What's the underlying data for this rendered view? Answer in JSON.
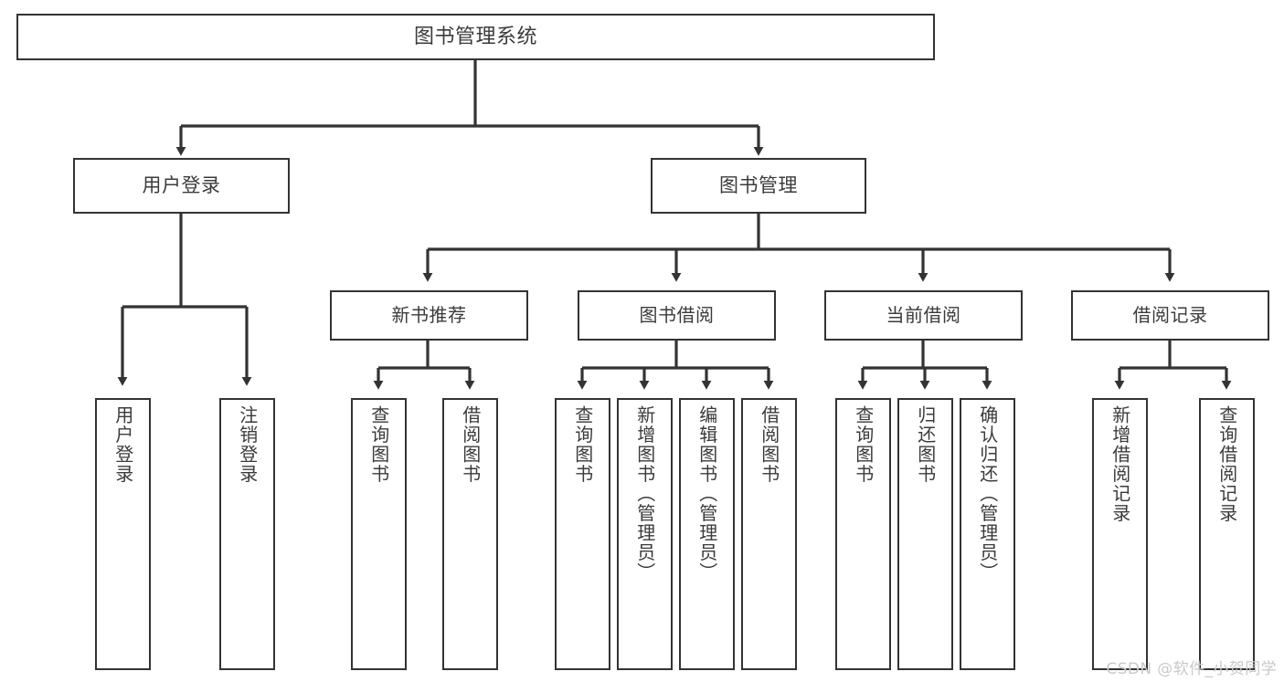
{
  "diagram": {
    "type": "tree-hierarchy",
    "title": "图书管理系统",
    "root": {
      "label": "图书管理系统"
    },
    "level2": [
      {
        "label": "用户登录"
      },
      {
        "label": "图书管理"
      }
    ],
    "level3": [
      {
        "label": "新书推荐"
      },
      {
        "label": "图书借阅"
      },
      {
        "label": "当前借阅"
      },
      {
        "label": "借阅记录"
      }
    ],
    "leaves": {
      "user_login": [
        {
          "label": "用户登录"
        },
        {
          "label": "注销登录"
        }
      ],
      "new_book_recommend": [
        {
          "label": "查询图书"
        },
        {
          "label": "借阅图书"
        }
      ],
      "book_borrow": [
        {
          "label": "查询图书"
        },
        {
          "label": "新增图书（管理员）"
        },
        {
          "label": "编辑图书（管理员）"
        },
        {
          "label": "借阅图书"
        }
      ],
      "current_borrow": [
        {
          "label": "查询图书"
        },
        {
          "label": "归还图书"
        },
        {
          "label": "确认归还（管理员）"
        }
      ],
      "borrow_record": [
        {
          "label": "新增借阅记录"
        },
        {
          "label": "查询借阅记录"
        }
      ]
    },
    "watermark": "CSDN @软件_小贺同学",
    "colors": {
      "box_border": "#333333",
      "box_fill": "#ffffff",
      "text": "#3b3b3b",
      "connector": "#333333",
      "watermark": "#c9c9c9",
      "background": "#ffffff"
    }
  }
}
